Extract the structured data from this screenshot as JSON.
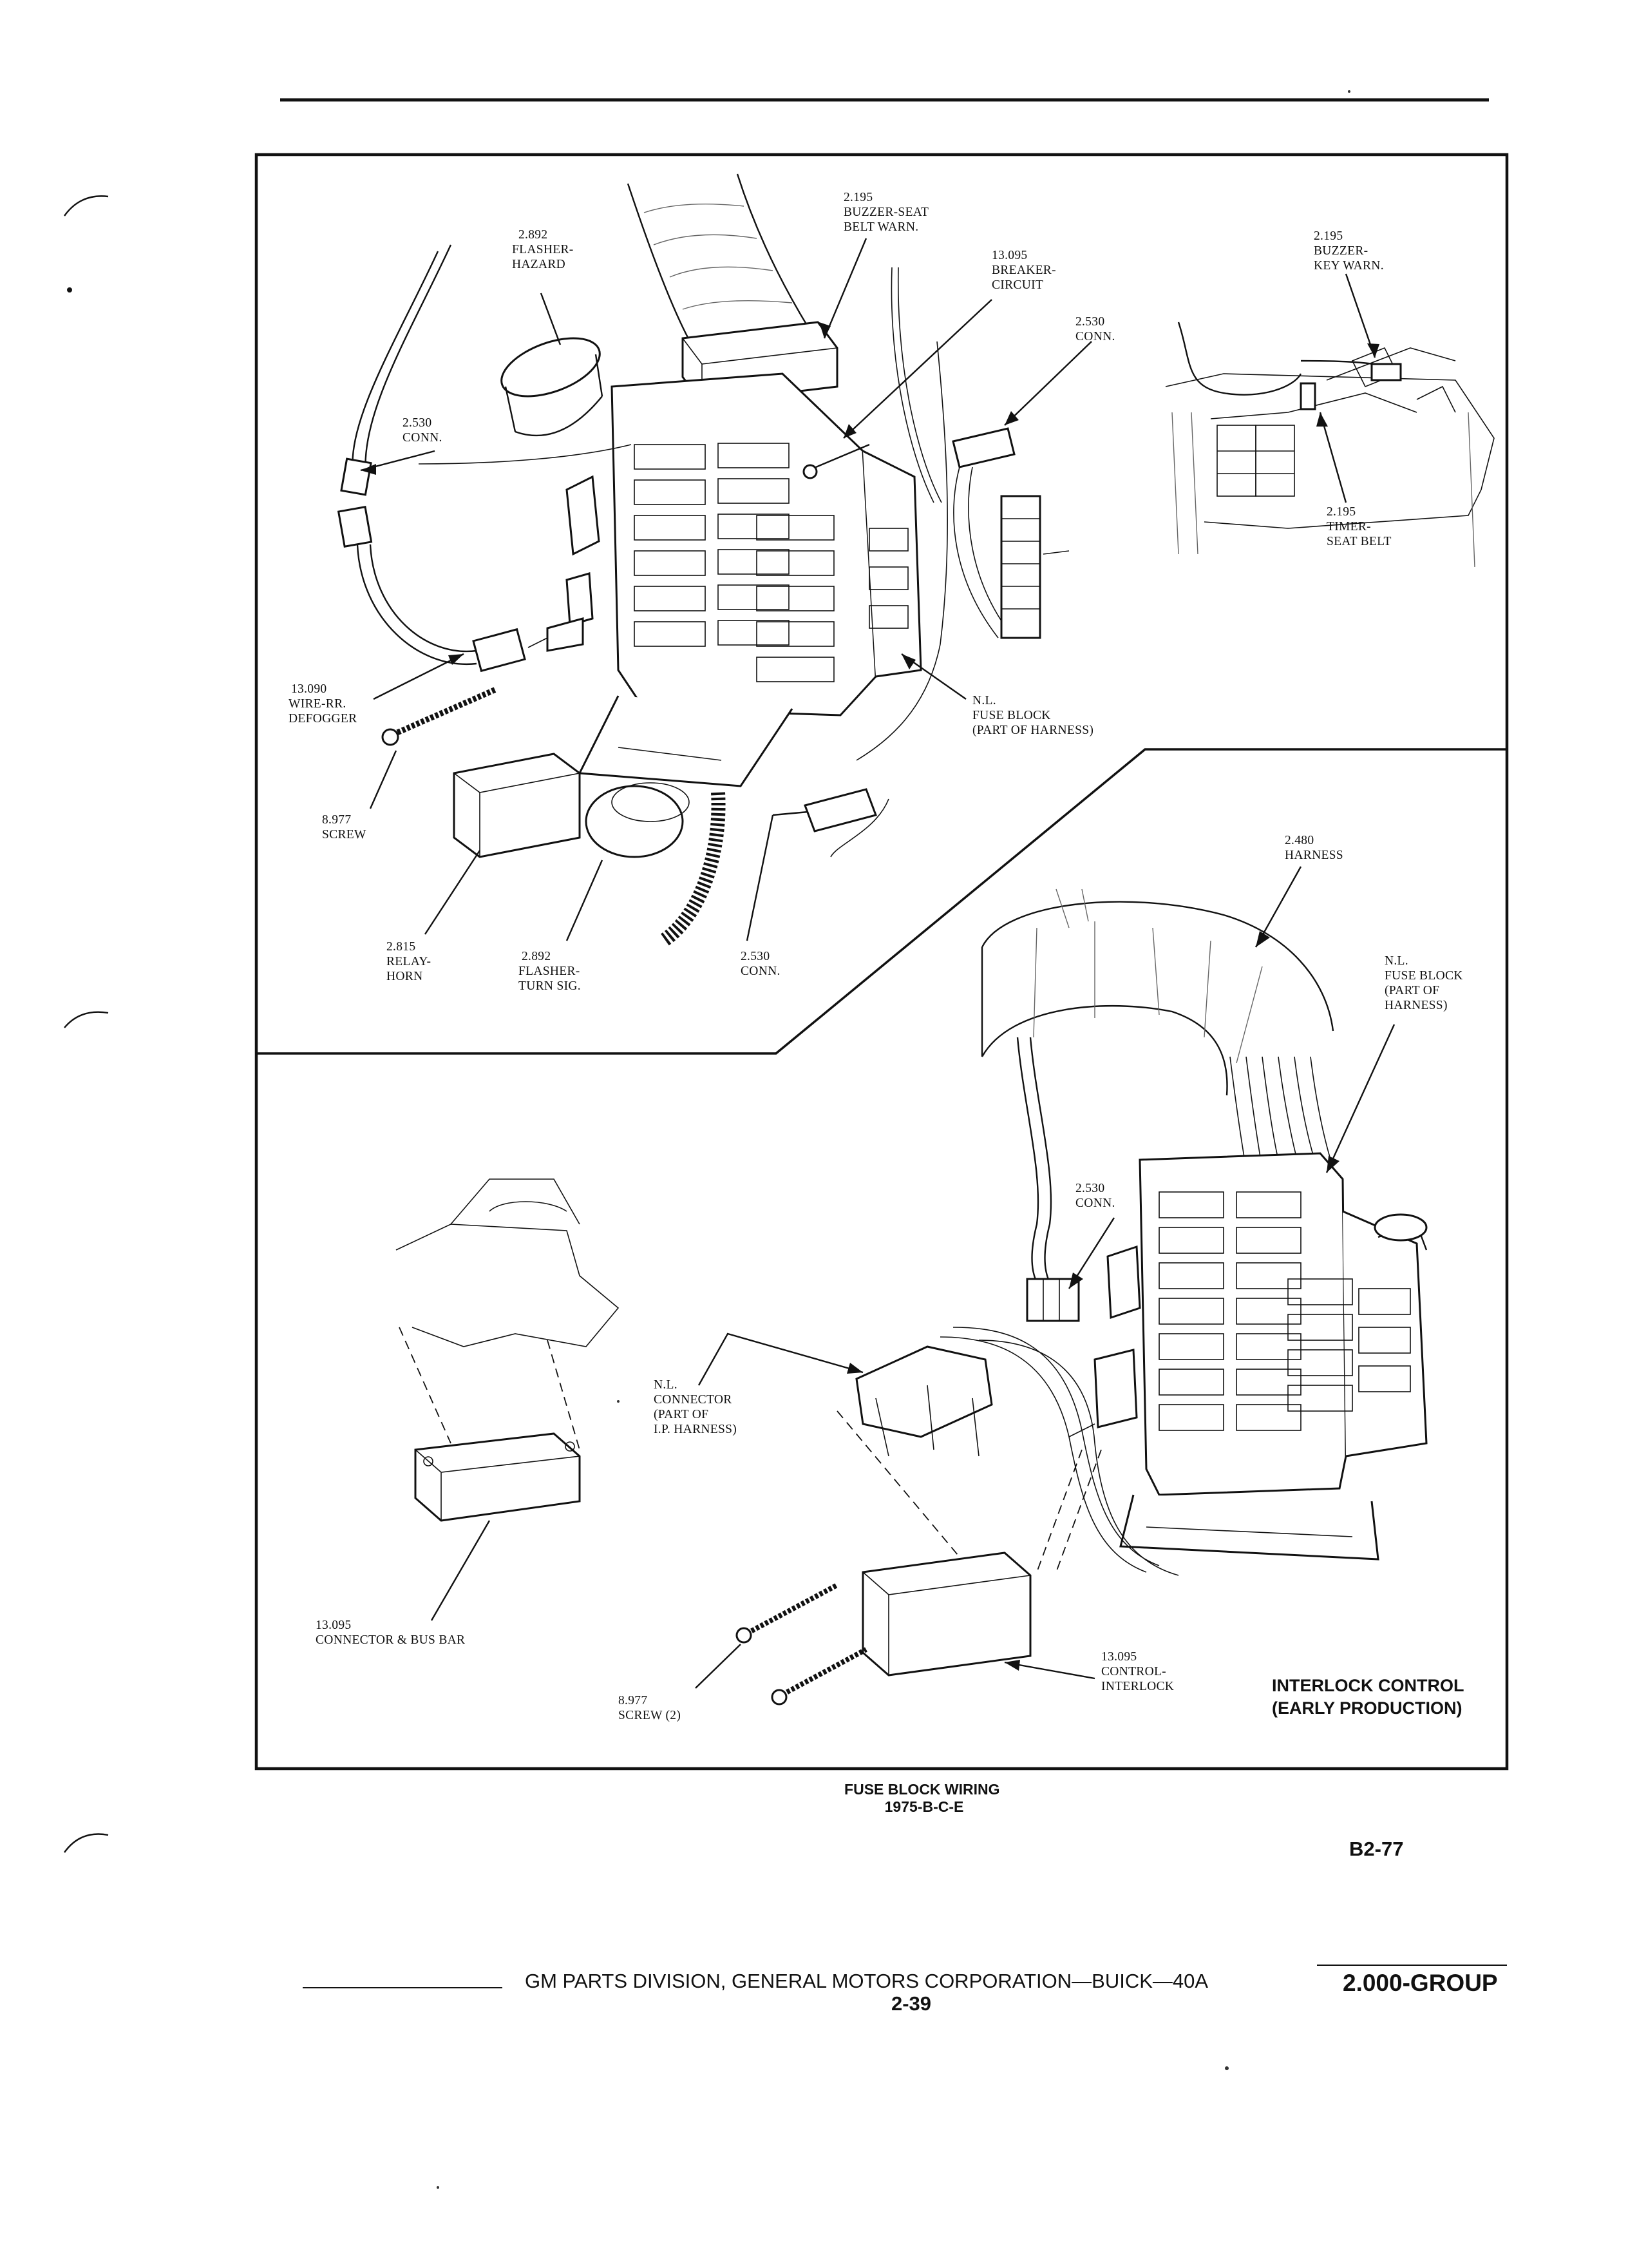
{
  "labels": {
    "flasher_hazard": [
      "2.892",
      "FLASHER-",
      "HAZARD"
    ],
    "buzzer_seat_belt": [
      "2.195",
      "BUZZER-SEAT",
      "BELT WARN."
    ],
    "breaker_circuit": [
      "13.095",
      "BREAKER-",
      "CIRCUIT"
    ],
    "buzzer_key_warn": [
      "2.195",
      "BUZZER-",
      "KEY WARN."
    ],
    "conn_upper_right": [
      "2.530",
      "CONN."
    ],
    "conn_left": [
      "2.530",
      "CONN."
    ],
    "timer_seat_belt": [
      "2.195",
      "TIMER-",
      "SEAT BELT"
    ],
    "wire_rr_defogger": [
      "13.090",
      "WIRE-RR.",
      "DEFOGGER"
    ],
    "fuse_block_upper": [
      "N.L.",
      "FUSE BLOCK",
      "(PART OF HARNESS)"
    ],
    "screw_upper": [
      "8.977",
      "SCREW"
    ],
    "relay_horn": [
      "2.815",
      "RELAY-",
      "HORN"
    ],
    "flasher_turn_sig": [
      "2.892",
      "FLASHER-",
      "TURN SIG."
    ],
    "conn_bottom_upper": [
      "2.530",
      "CONN."
    ],
    "harness": [
      "2.480",
      "HARNESS"
    ],
    "fuse_block_lower": [
      "N.L.",
      "FUSE BLOCK",
      "(PART OF",
      "HARNESS)"
    ],
    "conn_lower": [
      "2.530",
      "CONN."
    ],
    "connector_ip_harness": [
      "N.L.",
      "CONNECTOR",
      "(PART OF",
      "I.P. HARNESS)"
    ],
    "connector_bus_bar": [
      "13.095",
      "CONNECTOR & BUS BAR"
    ],
    "control_interlock": [
      "13.095",
      "CONTROL-",
      "INTERLOCK"
    ],
    "screw_lower": [
      "8.977",
      "SCREW (2)"
    ]
  },
  "interlock_title": [
    "INTERLOCK CONTROL",
    "(EARLY PRODUCTION)"
  ],
  "caption": {
    "line1": "FUSE BLOCK WIRING",
    "line2": "1975-B-C-E"
  },
  "figure_code": "B2-77",
  "footer": {
    "text": "GM PARTS DIVISION, GENERAL MOTORS CORPORATION—BUICK—40A",
    "page": "2-39",
    "group": "2.000-GROUP"
  }
}
